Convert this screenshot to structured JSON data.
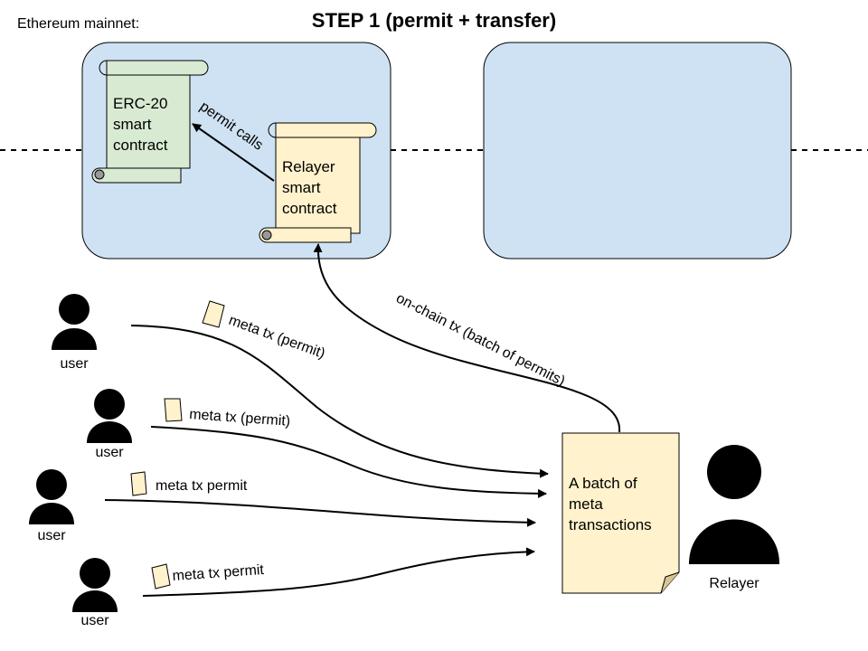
{
  "network_label": "Ethereum mainnet:",
  "title": "STEP 1 (permit + transfer)",
  "title_color": "#e00000",
  "colors": {
    "chain_box": "#cfe2f3",
    "erc20_scroll": "#d9ead3",
    "relayer_scroll": "#fff2cc",
    "note": "#fff2cc"
  },
  "erc20_contract": {
    "lines": [
      "ERC-20",
      "smart",
      "contract"
    ]
  },
  "relayer_contract": {
    "lines": [
      "Relayer",
      "smart",
      "contract"
    ]
  },
  "permit_calls_label": "permit calls",
  "onchain_tx_label": "on-chain tx (batch of permits)",
  "users": [
    {
      "label": "user",
      "meta_tx_label": "meta tx (permit)"
    },
    {
      "label": "user",
      "meta_tx_label": "meta tx (permit)"
    },
    {
      "label": "user",
      "meta_tx_label": "meta tx permit"
    },
    {
      "label": "user",
      "meta_tx_label": "meta tx permit"
    }
  ],
  "batch_note": {
    "lines": [
      "A batch of",
      "meta",
      "transactions"
    ]
  },
  "relayer_label": "Relayer"
}
